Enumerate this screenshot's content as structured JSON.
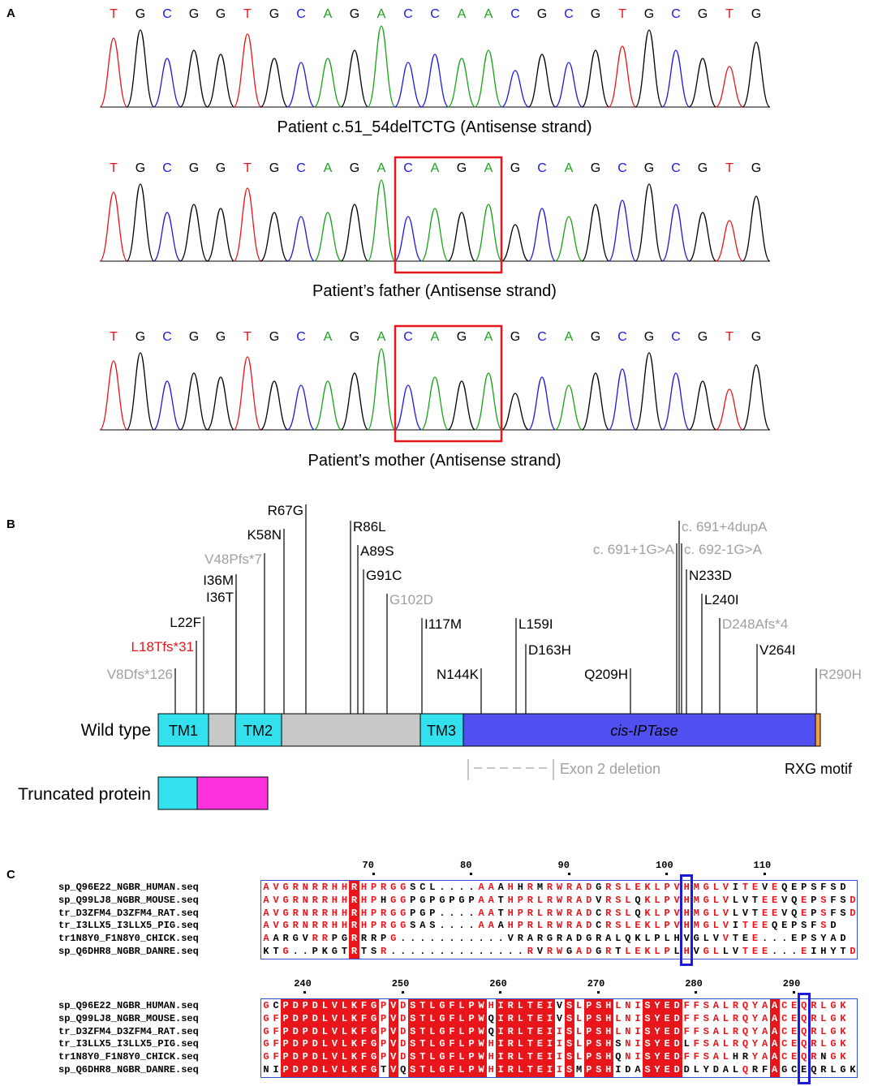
{
  "panels": {
    "a": "A",
    "b": "B",
    "c": "C"
  },
  "chromatograms": [
    {
      "bases": "TGCGGTGCAGACCAACGCGTGCGTG",
      "caption": "Patient c.51_54delTCTG (Antisense strand)",
      "box": null
    },
    {
      "bases": "TGCGGTGCAGACAGAGCAGCGCGTG",
      "caption": "Patient’s father (Antisense strand)",
      "box": [
        11,
        14
      ]
    },
    {
      "bases": "TGCGGTGCAGACAGAGCAGCGCGTG",
      "caption": "Patient’s mother (Antisense strand)",
      "box": [
        11,
        14
      ]
    }
  ],
  "base_colors": {
    "T": "#e8151b",
    "G": "#000000",
    "C": "#1a1adf",
    "A": "#16a416"
  },
  "protein": {
    "wild_type_label": "Wild type",
    "truncated_label": "Truncated protein",
    "domains": [
      "TM1",
      "TM2",
      "TM3"
    ],
    "catalytic_label": "cis-IPTase",
    "exon_deletion_label": "Exon 2 deletion",
    "motif_label": "RXG motif",
    "colors": {
      "tm": "#33e0ee",
      "body": "#c8c8c8",
      "catalytic": "#5050f0",
      "motif": "#f0a040",
      "truncated": "#ff33dd",
      "highlight": "#e8151b",
      "grey_text": "#a0a0a0"
    },
    "mutations": [
      {
        "label": "V8Dfs*126",
        "style": "grey"
      },
      {
        "label": "L18Tfs*31",
        "style": "red"
      },
      {
        "label": "L22F",
        "style": "black"
      },
      {
        "label": "I36T",
        "style": "black"
      },
      {
        "label": "I36M",
        "style": "black"
      },
      {
        "label": "V48Pfs*7",
        "style": "grey"
      },
      {
        "label": "K58N",
        "style": "black"
      },
      {
        "label": "R67G",
        "style": "black"
      },
      {
        "label": "R86L",
        "style": "black"
      },
      {
        "label": "A89S",
        "style": "black"
      },
      {
        "label": "G91C",
        "style": "black"
      },
      {
        "label": "G102D",
        "style": "grey"
      },
      {
        "label": "I117M",
        "style": "black"
      },
      {
        "label": "N144K",
        "style": "black"
      },
      {
        "label": "L159I",
        "style": "black"
      },
      {
        "label": "D163H",
        "style": "black"
      },
      {
        "label": "Q209H",
        "style": "black"
      },
      {
        "label": "c. 691+1G>A",
        "style": "grey"
      },
      {
        "label": "c. 691+4dupA",
        "style": "grey"
      },
      {
        "label": "c. 692-1G>A",
        "style": "grey"
      },
      {
        "label": "N233D",
        "style": "black"
      },
      {
        "label": "L240I",
        "style": "black"
      },
      {
        "label": "D248Afs*4",
        "style": "grey"
      },
      {
        "label": "V264I",
        "style": "black"
      },
      {
        "label": "R290H",
        "style": "grey"
      }
    ]
  },
  "alignment": {
    "blocks": [
      {
        "ruler": [
          {
            "label": "70",
            "col": 11
          },
          {
            "label": "80",
            "col": 21
          },
          {
            "label": "90",
            "col": 31
          },
          {
            "label": "100",
            "col": 41
          },
          {
            "label": "110",
            "col": 51
          }
        ],
        "highlight_col": 43,
        "rows": [
          {
            "name": "sp_Q96E22_NGBR_HUMAN.seq",
            "seq": "AVGRNRRHHRHPRGGSCL....AAAHHRMRWRADGRSLEKLPVHMGLVITEVEQEPSFSD"
          },
          {
            "name": "sp_Q99LJ8_NGBR_MOUSE.seq",
            "seq": "AVGRNRRHHRHPHGGPGPGPGPAATHPRLRWRADVRSLQKLPVHMGLVLVTEEVQEPSFSD"
          },
          {
            "name": "tr_D3ZFM4_D3ZFM4_RAT.seq",
            "seq": "AVGRNRRHHRHPRGGPGP....AATHPRLRWRADCRSLQKLPVHMGLVLVTEEVQEPSFSD"
          },
          {
            "name": "tr_I3LLX5_I3LLX5_PIG.seq",
            "seq": "AVGRNRRHHRHPRGGSAS....AAAHPRLRWRADCRSLEKLPVHMGLVITEEQEPSFSD"
          },
          {
            "name": "tr1N8Y0_F1N8Y0_CHICK.seq",
            "seq": "AARGVRRPGRRRPG...........VRARGRADGRALQKLPLHVGLVVTEE...EPSYAD"
          },
          {
            "name": "sp_Q6DHR8_NGBR_DANRE.seq",
            "seq": "KTG..PKGTRTSR..............RVRWGADGRTLEKLPLHVGLLVTEE...EIHYTD"
          }
        ]
      },
      {
        "ruler": [
          {
            "label": "240",
            "col": 4
          },
          {
            "label": "250",
            "col": 14
          },
          {
            "label": "260",
            "col": 24
          },
          {
            "label": "270",
            "col": 34
          },
          {
            "label": "280",
            "col": 44
          },
          {
            "label": "290",
            "col": 54
          }
        ],
        "highlight_col": 55,
        "rows": [
          {
            "name": "sp_Q96E22_NGBR_HUMAN.seq",
            "seq": "GCPDPDLVLKFGPVDSTLGFLPWHIRLTEIVSLPSHLNISYEDFFSALRQYAACEQRLGK"
          },
          {
            "name": "sp_Q99LJ8_NGBR_MOUSE.seq",
            "seq": "GFPDPDLVLKFGPVDSTLGFLPWQIRLTEIVSLPSHLNISYEDFFSALRQYAACEQRLGK"
          },
          {
            "name": "tr_D3ZFM4_D3ZFM4_RAT.seq",
            "seq": "GFPDPDLVLKFGPVDSTLGFLPWQIRLTEIISLPSHLNISYEDFFSALRQYAACEQRLGK"
          },
          {
            "name": "tr_I3LLX5_I3LLX5_PIG.seq",
            "seq": "GFPDPDLVLKFGPVDSTLGFLPWHIRLTEIISLPSHSNISYEDLFSALRQYAACEQRLGK"
          },
          {
            "name": "tr1N8Y0_F1N8Y0_CHICK.seq",
            "seq": "GFPDPDLVLKFGPVDSTLGFLPWHIRLTEIISLPSHQNISYEDFFSALHRYAACEQRNGK"
          },
          {
            "name": "sp_Q6DHR8_NGBR_DANRE.seq",
            "seq": "NIPDPDLVLKFGTVQSTLGFLPWHIRLTEIISMPSHIDASYEDDLYDALQRFAGCEQRLGK"
          }
        ]
      }
    ]
  }
}
